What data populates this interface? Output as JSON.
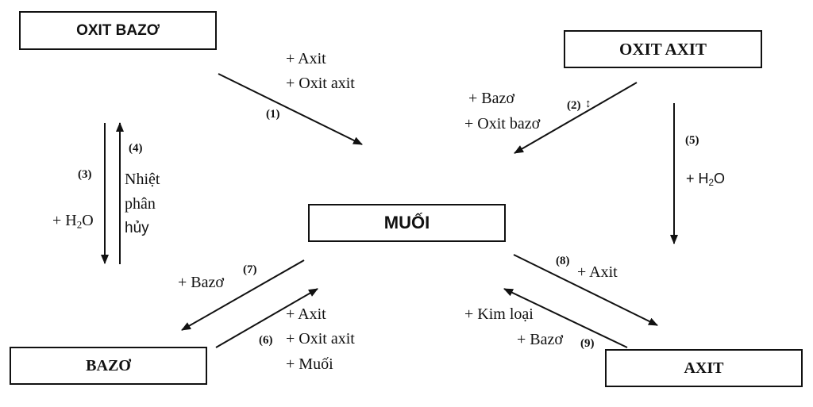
{
  "nodes": {
    "oxit_bazo": "OXIT BAZƠ",
    "oxit_axit": "OXIT AXIT",
    "muoi": "MUỐI",
    "bazo": "BAZƠ",
    "axit": "AXIT"
  },
  "reactions": {
    "r1": {
      "number": "(1)",
      "conditions": [
        "+ Axit",
        "+ Oxit axit"
      ]
    },
    "r2": {
      "number": "(2)",
      "marker": "↕",
      "conditions": [
        "+ Bazơ",
        "+ Oxit bazơ"
      ]
    },
    "r3": {
      "number": "(3)",
      "condition_prefix": "+ H",
      "condition_sub": "2",
      "condition_suffix": "O"
    },
    "r4": {
      "number": "(4)",
      "conditions": [
        "Nhiệt",
        "phân",
        "hủy"
      ]
    },
    "r5": {
      "number": "(5)",
      "condition_prefix": "+ H",
      "condition_sub": "2",
      "condition_suffix": "O"
    },
    "r6": {
      "number": "(6)",
      "conditions": [
        "+ Axit",
        "+ Oxit axit",
        "+ Muối"
      ]
    },
    "r7": {
      "number": "(7)",
      "conditions": [
        "+ Bazơ"
      ]
    },
    "r8": {
      "number": "(8)",
      "conditions": [
        "+ Axit"
      ]
    },
    "r9": {
      "number": "(9)",
      "conditions": [
        "+ Kim loại",
        "+ Bazơ"
      ]
    }
  },
  "colors": {
    "ink": "#111111",
    "background": "#ffffff"
  }
}
